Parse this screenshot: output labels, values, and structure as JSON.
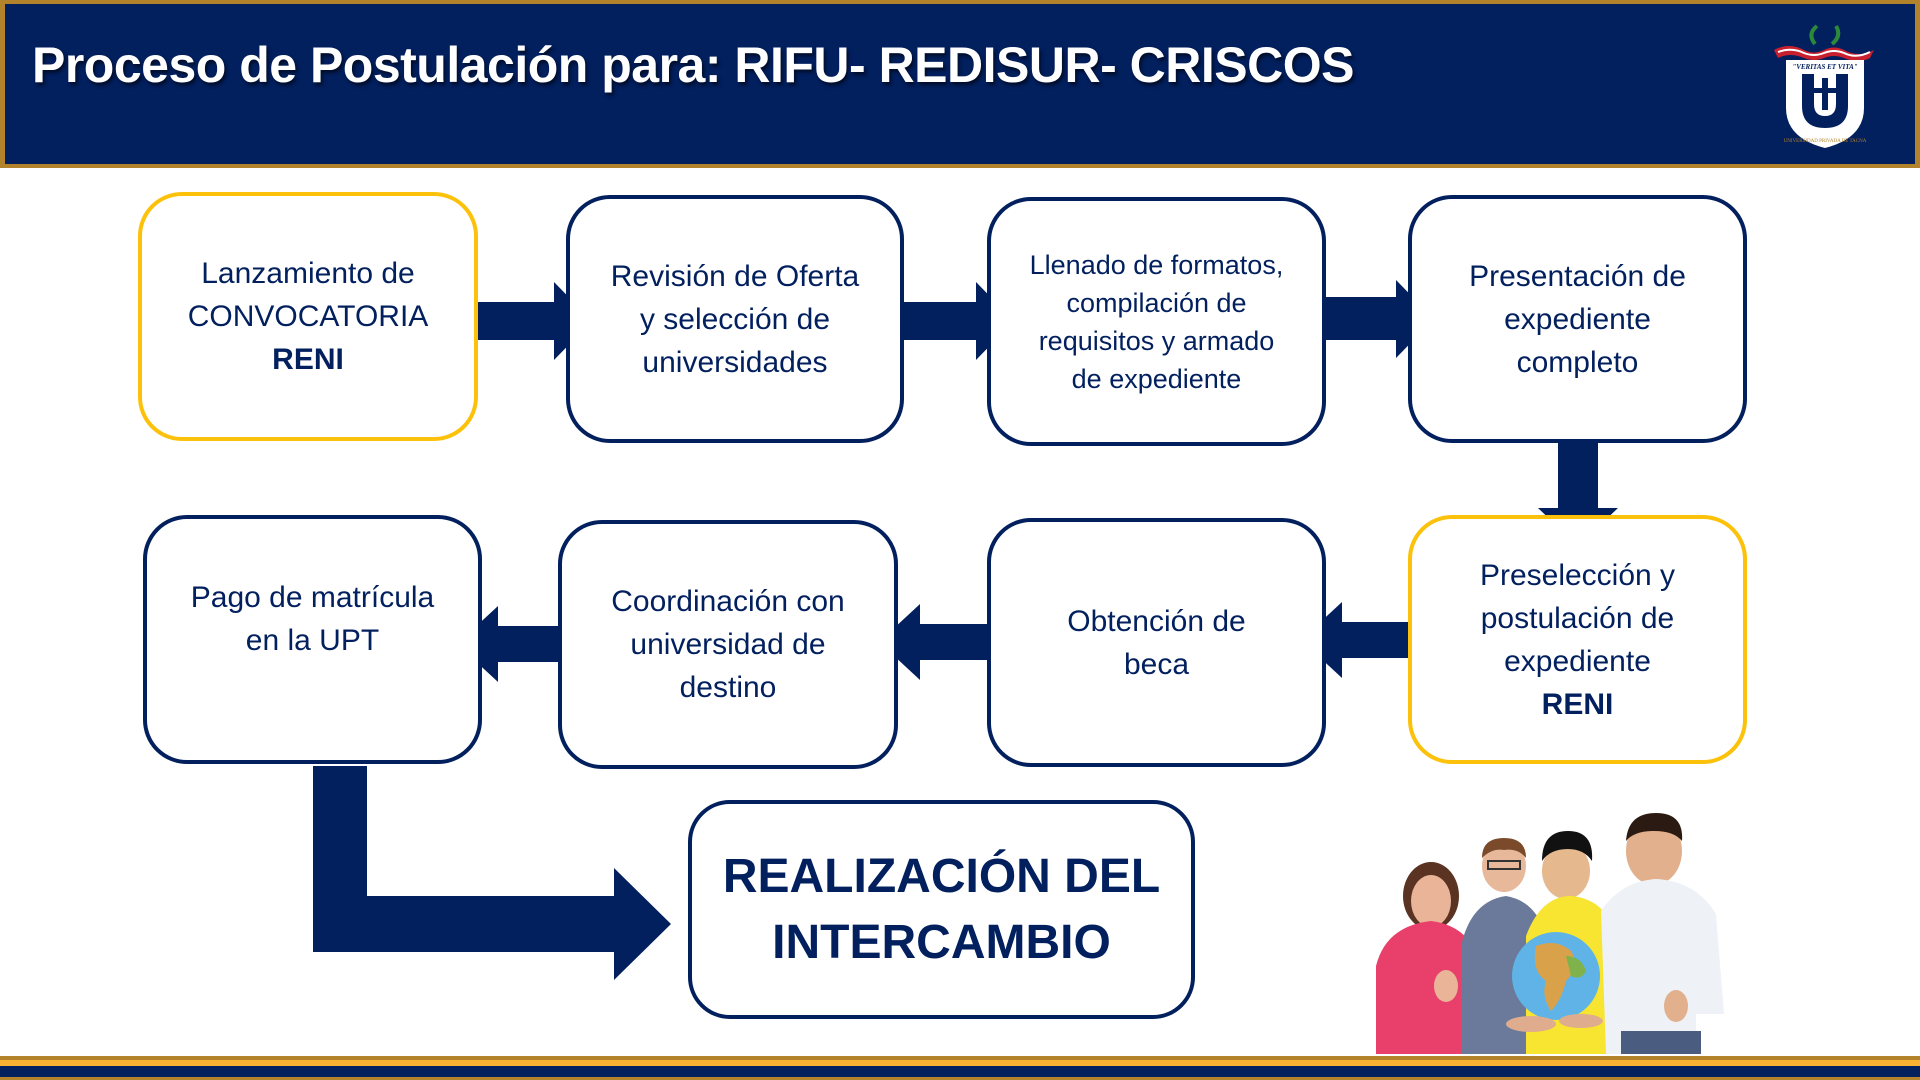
{
  "header": {
    "title": "Proceso de Postulación para: RIFU- REDISUR- CRISCOS",
    "logo": {
      "icon": "university-crest-icon",
      "motto": "\"VERITAS ET VITA\"",
      "name": "UNIVERSIDAD PRIVADA DE TACNA",
      "letter": "U"
    }
  },
  "colors": {
    "navy": "#021f5e",
    "gold_border": "#fcc10a",
    "bronze": "#b3832b",
    "amber": "#f8b133",
    "white": "#ffffff"
  },
  "steps": [
    {
      "lines": [
        "Lanzamiento de",
        "CONVOCATORIA"
      ],
      "bold": "RENI",
      "highlight": true
    },
    {
      "lines": [
        "Revisión de Oferta",
        "y selección de",
        "universidades"
      ],
      "bold": "",
      "highlight": false
    },
    {
      "lines": [
        "Llenado de formatos,",
        "compilación de",
        "requisitos y armado",
        "de expediente"
      ],
      "bold": "",
      "highlight": false
    },
    {
      "lines": [
        "Presentación de",
        "expediente",
        "completo"
      ],
      "bold": "",
      "highlight": false
    },
    {
      "lines": [
        "Preselección y",
        "postulación de",
        "expediente"
      ],
      "bold": "RENI",
      "highlight": true
    },
    {
      "lines": [
        "Obtención de",
        "beca"
      ],
      "bold": "",
      "highlight": false
    },
    {
      "lines": [
        "Coordinación con",
        "universidad de",
        "destino"
      ],
      "bold": "",
      "highlight": false
    },
    {
      "lines": [
        "Pago de matrícula",
        "en la UPT"
      ],
      "bold": "",
      "highlight": false
    }
  ],
  "final_step": {
    "lines": [
      "REALIZACIÓN DEL",
      "INTERCAMBIO"
    ]
  },
  "photo": {
    "description": "students-holding-globe-photo"
  }
}
